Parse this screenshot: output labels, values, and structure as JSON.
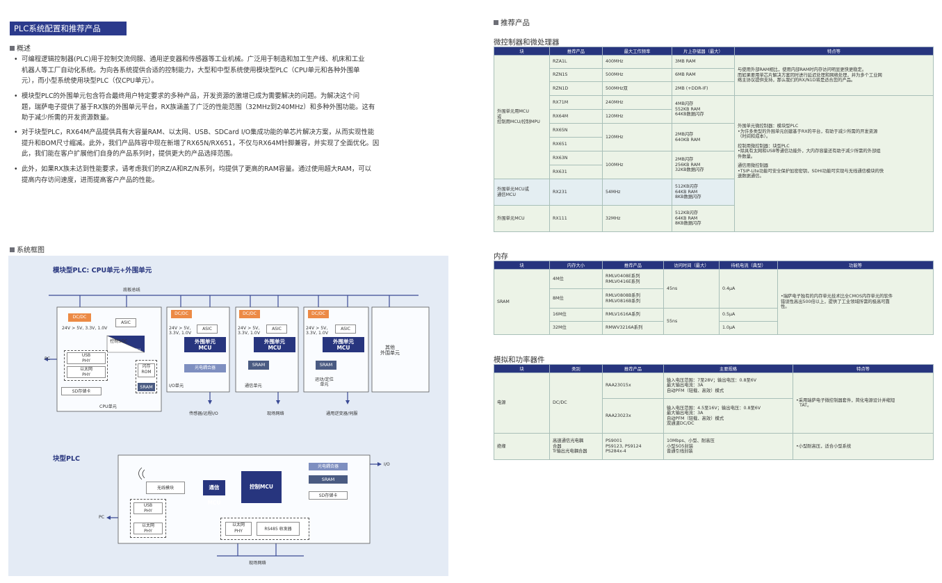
{
  "left": {
    "title": "PLC系统配置和推荐产品",
    "overview_heading": "概述",
    "bullet": "•",
    "overview": [
      [
        "可编程逻辑控制器(PLC)用于控制交流伺服、通用逆变器和传感器等工业机械。广泛用于制造和加工生产线、机床和工业",
        "机器人等工厂自动化系统。为向各系统提供合适的控制能力，大型和中型系统使用模块型PLC（CPU单元和各种外围单",
        "元），而小型系统使用块型PLC（仅CPU单元）。"
      ],
      [
        "模块型PLC的外围单元包含符合最终用户特定要求的多种产品，开发资源的激增已成为需要解决的问题。为解决这个问",
        "题，瑞萨电子提供了基于RX族的外围单元平台，RX族涵盖了广泛的性能范围（32MHz到240MHz）和多种外围功能。这有",
        "助于减少所需的开发资源数量。"
      ],
      [
        "对于块型PLC，RX64M产品提供具有大容量RAM、以太网、USB、SDCard I/O集成功能的单芯片解决方案，从而实现性能",
        "提升和BOM尺寸缩减。此外，我们产品阵容中现在新增了RX65N/RX651，不仅与RX64M针脚兼容，并实现了全面优化。因",
        "此，我们能在客户扩展他们自身的产品系列时，提供更大的产品选择范围。"
      ],
      [
        "此外，如果RX族未达到性能要求，请考虑我们的RZ/A和RZ/N系列，均提供了更高的RAM容量。通过使用超大RAM，可以",
        "提高内存访问速度，进而提高客户产品的性能。"
      ]
    ],
    "diagram_heading": "系统框图",
    "diagram": {
      "modular_title": "模块型PLC: CPU单元+外围单元",
      "backplane": "底板总线",
      "dcdc": "DC/DC",
      "asic": "ASIC",
      "voltage_cpu": "24V > 5V, 3.3V, 1.0V",
      "voltage_unit_1": "24V > 5V,",
      "voltage_unit_2": "3.3V, 1.0V",
      "soc": "控制SOC",
      "ctrl_mpu": "控制MPU",
      "usb": "USB",
      "phy": "PHY",
      "ethernet": "以太网",
      "flash": "闪存",
      "rom": "ROM",
      "sram": "SRAM",
      "sd": "SD存储卡",
      "pc": "PC",
      "cpu_unit": "CPU单元",
      "periph_mcu_1": "外围单元",
      "periph_mcu_2": "MCU",
      "optocoupler": "光电耦合器",
      "io_unit": "I/O单元",
      "comm_unit": "通信单元",
      "motion_unit_1": "运动/定位",
      "motion_unit_2": "单元",
      "other_unit_1": "其他",
      "other_unit_2": "外围单元",
      "sensor_io": "传感器/远程I/O",
      "field_net": "现场网络",
      "inverter": "通用逆变器/伺服",
      "block_title": "块型PLC",
      "io": "I/O",
      "wireless": "无线模块",
      "comm_mcu": "通信MCU",
      "ctrl_mcu": "控制MCU",
      "rs485": "RS485 收发器"
    }
  },
  "right": {
    "heading": "推荐产品",
    "mcu": {
      "title": "微控制器和微处理器",
      "headers": [
        "块",
        "推荐产品",
        "最大工作频率",
        "片上存储器（最大）",
        "特点等"
      ],
      "block_main": [
        "外围单元用MCU",
        "或",
        "控制用MCU/控制MPU"
      ],
      "block_comm": [
        "外围单元MCU或",
        "通信MCU"
      ],
      "block_periph": "外围单元MCU",
      "rows": [
        {
          "p": "RZA1L",
          "f": "400MHz",
          "m": [
            "3MB RAM"
          ]
        },
        {
          "p": "RZN1S",
          "f": "500MHz",
          "m": [
            "6MB RAM"
          ]
        },
        {
          "p": "RZN1D",
          "f": "500MHz双",
          "m": [
            "2MB (+DDR-IF)"
          ]
        },
        {
          "p": "RX71M",
          "f": "240MHz",
          "m": [
            "4MB闪存",
            "552KB RAM",
            "64KB数据闪存"
          ]
        },
        {
          "p": "RX64M",
          "f": "120MHz",
          "m": []
        },
        {
          "p": "RX65N",
          "f": "120MHz",
          "m": [
            "2MB闪存",
            "640KB RAM"
          ]
        },
        {
          "p": "RX651",
          "f": "",
          "m": []
        },
        {
          "p": "RX63N",
          "f": "100MHz",
          "m": [
            "2MB闪存",
            "256KB RAM",
            "32KB数据闪存"
          ]
        },
        {
          "p": "RX631",
          "f": "",
          "m": []
        },
        {
          "p": "RX231",
          "f": "54MHz",
          "m": [
            "512KB闪存",
            "64KB RAM",
            "8KB数据闪存"
          ]
        },
        {
          "p": "RX111",
          "f": "32MHz",
          "m": [
            "512KB闪存",
            "64KB RAM",
            "8KB数据闪存"
          ]
        }
      ],
      "feature_rz": [
        "与使用外部RAM相比，使用内部RAM时内存访问明显更快更稳定。",
        "而如果要用单芯片解决方案同时进行延迟处理和网络处理，并为多个工业网",
        "络主协议提供支持，那么我们的RX/N1D将是适合您的产品。"
      ],
      "feature_rx": [
        "外围单元微控制器：模块型PLC",
        "•为许多类型的外围单元创建基于RX的平台，有助于减少所需的开发资源",
        "（时间和成本）。",
        "",
        "控制用微控制器：块型PLC",
        "•除具有太网和USB等通信功能外，大内存容量还有助于减少所需的外部组",
        "件数量。",
        "",
        "通信用微控制器",
        "•TSIP-Lite功能可安全保护加密密钥，SDHI功能可实现与无线通信模块的快",
        "速数据通信。"
      ]
    },
    "memory": {
      "title": "内存",
      "headers": [
        "块",
        "内存大小",
        "推荐产品",
        "访问时间（最大）",
        "待机电流（典型）",
        "功能等"
      ],
      "block": "SRAM",
      "rows": [
        {
          "size": "4M位",
          "p": [
            "RMLV0408E系列",
            "RMLV0416E系列"
          ]
        },
        {
          "size": "8M位",
          "p": [
            "RMLV0808B系列",
            "RMLV0816B系列"
          ]
        },
        {
          "size": "16M位",
          "p": [
            "RMLV1616A系列"
          ]
        },
        {
          "size": "32M位",
          "p": [
            "RMWV3216A系列"
          ]
        }
      ],
      "access_45": "45ns",
      "access_55": "55ns",
      "standby_04": "0.4μA",
      "standby_05": "0.5μA",
      "standby_10": "1.0μA",
      "feature": [
        "•瑞萨电子独有的内存单元技术比全CMOS内存单元的软件",
        "错误性高出500倍以上，提供了工业领域所需的极高可靠",
        "性。"
      ]
    },
    "analog": {
      "title": "模拟和功率器件",
      "headers": [
        "块",
        "类别",
        "推荐产品",
        "主要规格",
        "特点等"
      ],
      "power_block": "电源",
      "power_cat": "DC/DC",
      "p1": "RAA23015x",
      "spec1": [
        "输入电压范围：7至28V；输出电压：0.8至6V",
        "最大输出电流：3A",
        "自动PFM（轻载、高效）模式"
      ],
      "p2": "RAA23023x",
      "spec2": [
        "输入电压范围：4.5至16V；输出电压：0.8至6V",
        "最大输出电流：3A",
        "自动PFM（轻载、高效）模式",
        "双通道DC/DC"
      ],
      "power_feature": [
        "•采用瑞萨电子微控制器套件，简化电源设计并缩短",
        "TAT。"
      ],
      "iso_block": "绝缘",
      "iso_cat": [
        "高速通信光电耦",
        "合器",
        "Tr输出光电耦合器"
      ],
      "iso_prod": [
        "PS9001",
        "PS9123, PS9124",
        "PS284x-4"
      ],
      "iso_spec": [
        "10Mbps、小型、耐高压",
        "小型SO5封装",
        "普通引线封装"
      ],
      "iso_feature": "•小型耐高压，适合小型系统"
    }
  }
}
